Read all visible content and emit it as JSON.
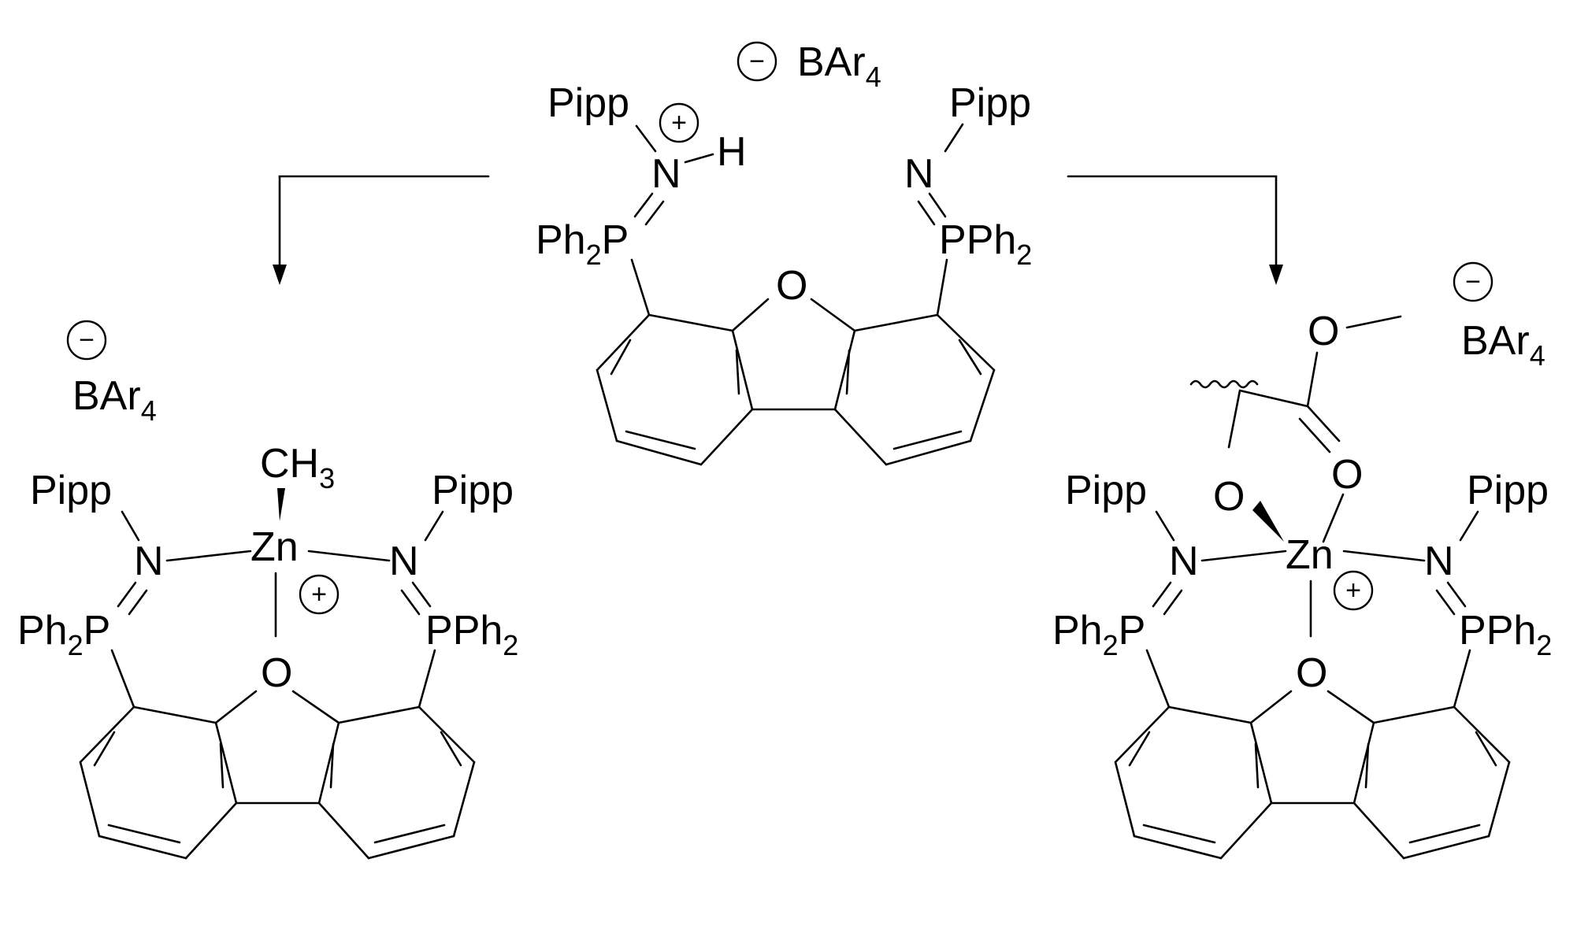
{
  "labels": {
    "counterion": "BAr",
    "counterion_sub": "4",
    "minus": "−",
    "plus": "+",
    "pipp": "Pipp",
    "ph": "Ph",
    "ph_sub": "2",
    "p": "P",
    "n": "N",
    "h": "H",
    "o": "O",
    "zn": "Zn",
    "ch": "CH",
    "ch_sub": "3"
  }
}
